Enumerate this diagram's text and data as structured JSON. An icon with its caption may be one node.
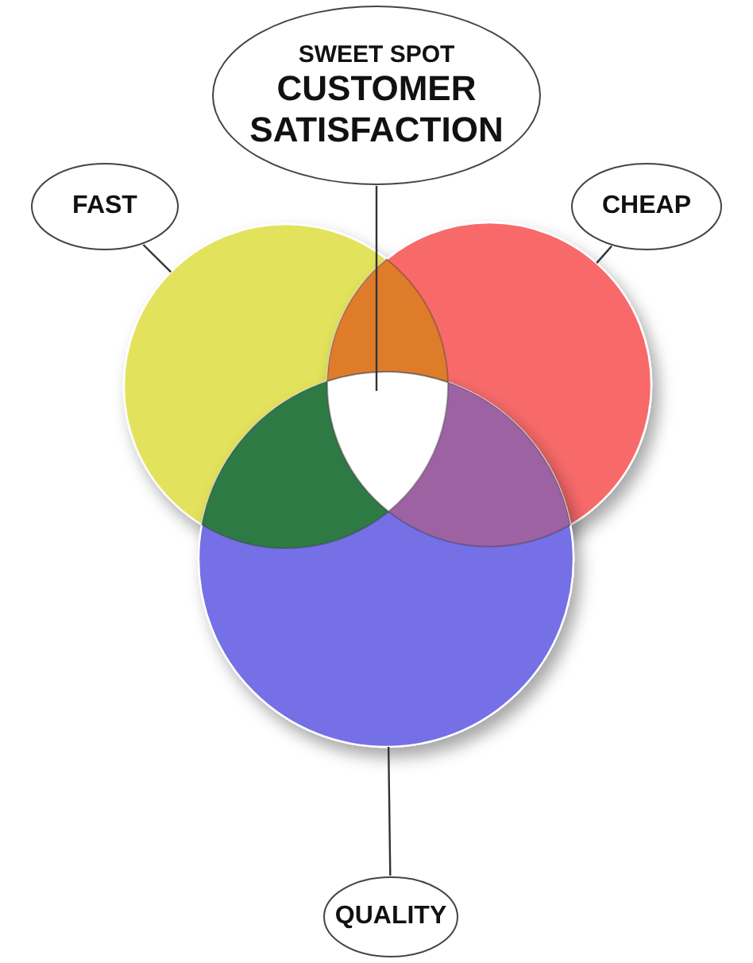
{
  "diagram": {
    "nodes": [
      {
        "text": [
          "SWEET SPOT",
          "CUSTOMER SATISFACTION"
        ]
      },
      {
        "text": [
          "FAST"
        ]
      },
      {
        "text": [
          "CHEAP"
        ]
      },
      {
        "text": [],
        "shape": "circle"
      },
      {
        "text": [],
        "shape": "circle"
      },
      {
        "text": [],
        "shape": "triangle"
      },
      {
        "text": [],
        "shape": "circle"
      },
      {
        "text": [
          "QUALITY"
        ]
      }
    ],
    "edges": [
      {
        "from": 0,
        "to": 5,
        "arrow": "none"
      },
      {
        "from": 1,
        "to": 3,
        "arrow": "none"
      },
      {
        "from": 2,
        "to": 4,
        "arrow": "none"
      },
      {
        "from": 7,
        "to": 6,
        "arrow": "none"
      }
    ]
  }
}
